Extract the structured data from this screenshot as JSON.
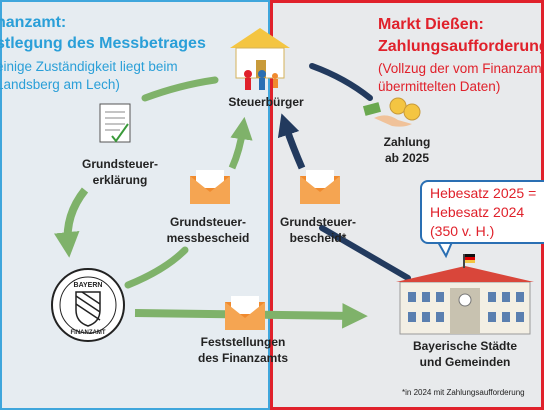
{
  "left_panel": {
    "title_line1": "nanzamt:",
    "title_line2": "stlegung des Messbetrages",
    "sub_line1": "einige Zuständigkeit liegt beim",
    "sub_line2": "Landsberg am Lech)"
  },
  "right_panel": {
    "title_line1": "Markt Dießen:",
    "title_line2": "Zahlungsaufforderung",
    "sub_line1": "(Vollzug der vom Finanzam",
    "sub_line2": "übermittelten Daten)"
  },
  "nodes": {
    "taxpayer": "Steuerbürger",
    "declaration_line1": "Grundsteuer-",
    "declaration_line2": "erklärung",
    "finanzamt_seal_top": "BAYERN",
    "finanzamt_seal_bottom": "FINANZAMT",
    "assessment_notice_line1": "Grundsteuer-",
    "assessment_notice_line2": "messbescheid",
    "tax_notice_line1": "Grundsteuer-",
    "tax_notice_line2": "bescheid*",
    "findings_line1": "Feststellungen",
    "findings_line2": "des Finanzamts",
    "payment_line1": "Zahlung",
    "payment_line2": "ab 2025",
    "municipalities_line1": "Bayerische Städte",
    "municipalities_line2": "und Gemeinden"
  },
  "bubble": {
    "line1": "Hebesatz 2025 =",
    "line2": "Hebesatz 2024",
    "line3": "(350 v. H.)"
  },
  "footnote": "*in 2024 mit Zahlungsaufforderung",
  "colors": {
    "blue_accent": "#2a9fd8",
    "red_accent": "#e0212b",
    "green_arrow": "#7fb26a",
    "navy_arrow": "#223a5e",
    "envelope": "#f08a2e"
  }
}
